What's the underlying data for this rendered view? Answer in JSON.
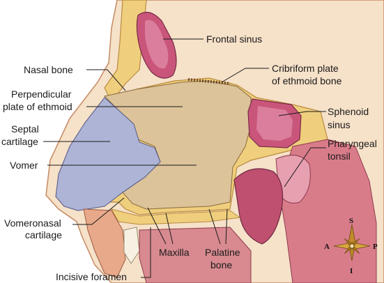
{
  "labels": {
    "frontal_sinus": "Frontal sinus",
    "nasal_bone": "Nasal bone",
    "cribriform_1": "Cribriform plate",
    "cribriform_2": "of ethmoid bone",
    "perpendicular_1": "Perpendicular",
    "perpendicular_2": "plate of ethmoid",
    "sphenoid_1": "Sphenoid",
    "sphenoid_2": "sinus",
    "septal_1": "Septal",
    "septal_2": "cartilage",
    "pharyngeal_1": "Pharyngeal",
    "pharyngeal_2": "tonsil",
    "vomer": "Vomer",
    "vomeronasal_1": "Vomeronasal",
    "vomeronasal_2": "cartilage",
    "maxilla": "Maxilla",
    "palatine_1": "Palatine",
    "palatine_2": "bone",
    "incisive_foramen": "Incisive foramen"
  },
  "compass": {
    "superior": "S",
    "inferior": "I",
    "anterior": "A",
    "posterior": "P"
  },
  "colors": {
    "ethmoid_plate": "#dcc39a",
    "septal_cartilage": "#aeb4d6",
    "bone_outline": "#e9c774",
    "sinus": "#c9567a",
    "soft_tissue": "#d97c8a"
  }
}
